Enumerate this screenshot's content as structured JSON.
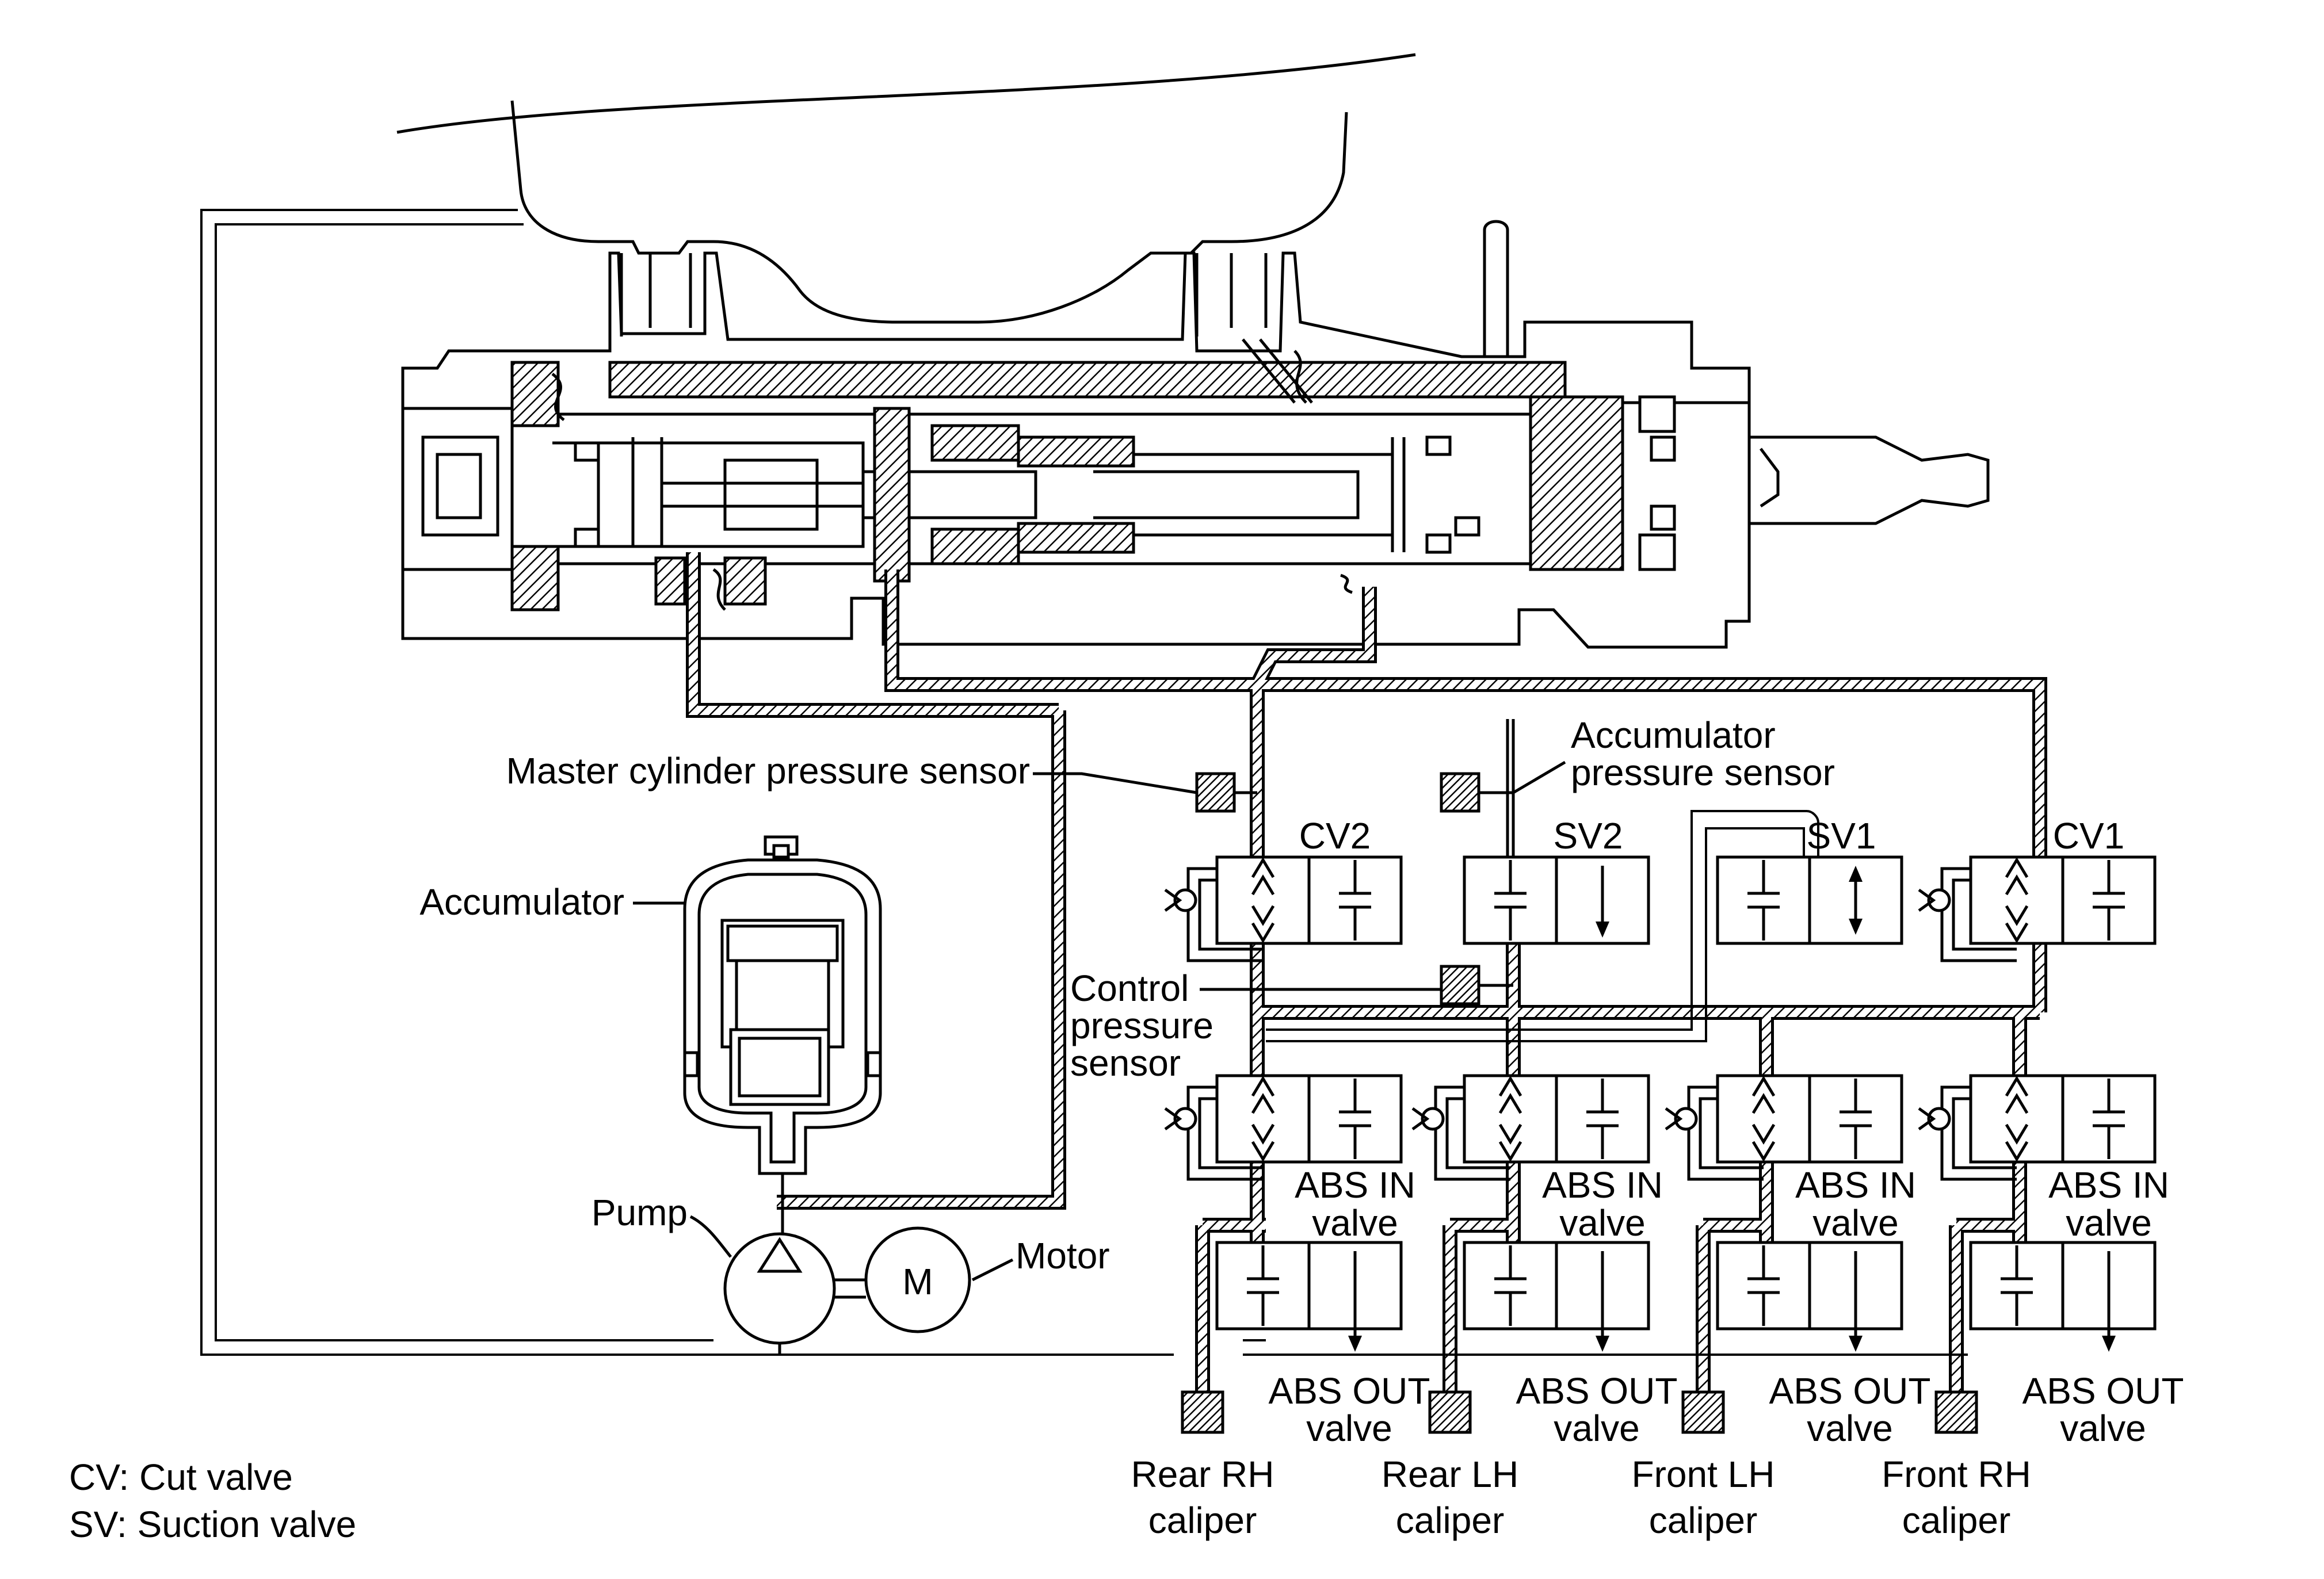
{
  "labels": {
    "master_cylinder_pressure_sensor": "Master cylinder pressure sensor",
    "accumulator_pressure_sensor_l1": "Accumulator",
    "accumulator_pressure_sensor_l2": "pressure sensor",
    "accumulator": "Accumulator",
    "control_pressure_sensor_l1": "Control",
    "control_pressure_sensor_l2": "pressure",
    "control_pressure_sensor_l3": "sensor",
    "pump": "Pump",
    "motor": "Motor",
    "motor_symbol": "M",
    "cv2": "CV2",
    "sv2": "SV2",
    "sv1": "SV1",
    "cv1": "CV1",
    "abs_in_l1": "ABS IN",
    "abs_in_l2": "valve",
    "abs_out_l1": "ABS OUT",
    "abs_out_l2": "valve"
  },
  "calipers": [
    {
      "line1": "Rear RH",
      "line2": "caliper"
    },
    {
      "line1": "Rear LH",
      "line2": "caliper"
    },
    {
      "line1": "Front LH",
      "line2": "caliper"
    },
    {
      "line1": "Front RH",
      "line2": "caliper"
    }
  ],
  "legend": [
    {
      "text": "CV: Cut valve"
    },
    {
      "text": "SV: Suction valve"
    }
  ]
}
